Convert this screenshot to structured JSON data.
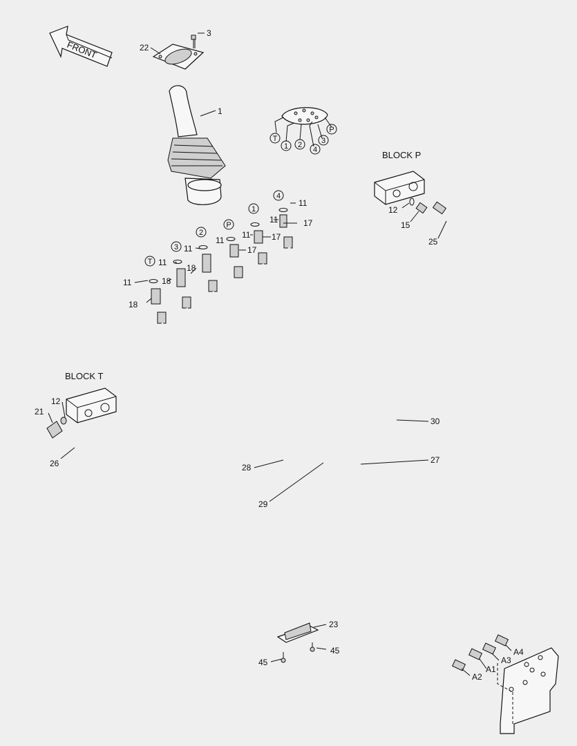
{
  "front_label": "FRONT",
  "block_p_label": "BLOCK  P",
  "block_t_label": "BLOCK  T",
  "port_labels": [
    "T",
    "1",
    "2",
    "4",
    "3",
    "P"
  ],
  "tube_ports": [
    {
      "id": "4",
      "label": "4"
    },
    {
      "id": "1",
      "label": "1"
    },
    {
      "id": "p",
      "label": "P"
    },
    {
      "id": "2",
      "label": "2"
    },
    {
      "id": "3",
      "label": "3"
    },
    {
      "id": "t",
      "label": "T"
    }
  ],
  "callouts": [
    {
      "id": "c3",
      "text": "3"
    },
    {
      "id": "c22",
      "text": "22"
    },
    {
      "id": "c1",
      "text": "1"
    },
    {
      "id": "c11a",
      "text": "11"
    },
    {
      "id": "c17a",
      "text": "17"
    },
    {
      "id": "c11b",
      "text": "11"
    },
    {
      "id": "c17b",
      "text": "17"
    },
    {
      "id": "c11c",
      "text": "11"
    },
    {
      "id": "c17c",
      "text": "17"
    },
    {
      "id": "c11d",
      "text": "11"
    },
    {
      "id": "c11e",
      "text": "11"
    },
    {
      "id": "c18a",
      "text": "18"
    },
    {
      "id": "c18b",
      "text": "18"
    },
    {
      "id": "c11f",
      "text": "11"
    },
    {
      "id": "c11g",
      "text": "11"
    },
    {
      "id": "c18c",
      "text": "18"
    },
    {
      "id": "c12p",
      "text": "12"
    },
    {
      "id": "c15",
      "text": "15"
    },
    {
      "id": "c25",
      "text": "25"
    },
    {
      "id": "c12t",
      "text": "12"
    },
    {
      "id": "c21",
      "text": "21"
    },
    {
      "id": "c26",
      "text": "26"
    },
    {
      "id": "c30",
      "text": "30"
    },
    {
      "id": "c27",
      "text": "27"
    },
    {
      "id": "c28",
      "text": "28"
    },
    {
      "id": "c29",
      "text": "29"
    },
    {
      "id": "c23",
      "text": "23"
    },
    {
      "id": "c45a",
      "text": "45"
    },
    {
      "id": "c45b",
      "text": "45"
    },
    {
      "id": "cA4",
      "text": "A4"
    },
    {
      "id": "cA3",
      "text": "A3"
    },
    {
      "id": "cA1",
      "text": "A1"
    },
    {
      "id": "cA2",
      "text": "A2"
    }
  ]
}
